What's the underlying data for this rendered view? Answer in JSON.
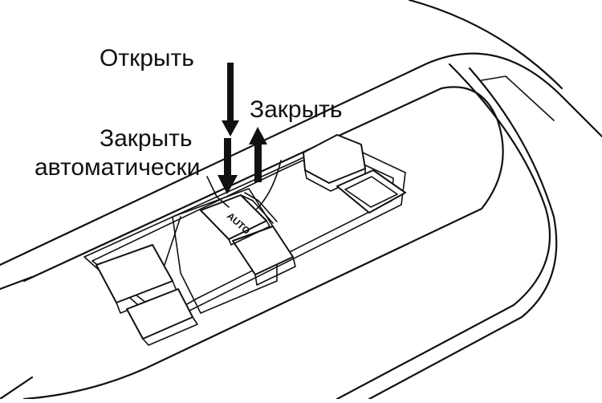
{
  "labels": {
    "open": "Открыть",
    "close": "Закрыть",
    "auto_close_line1": "Закрыть",
    "auto_close_line2": "автоматически"
  },
  "switch_label": "AUTO",
  "colors": {
    "ink": "#111111",
    "background": "#ffffff"
  }
}
